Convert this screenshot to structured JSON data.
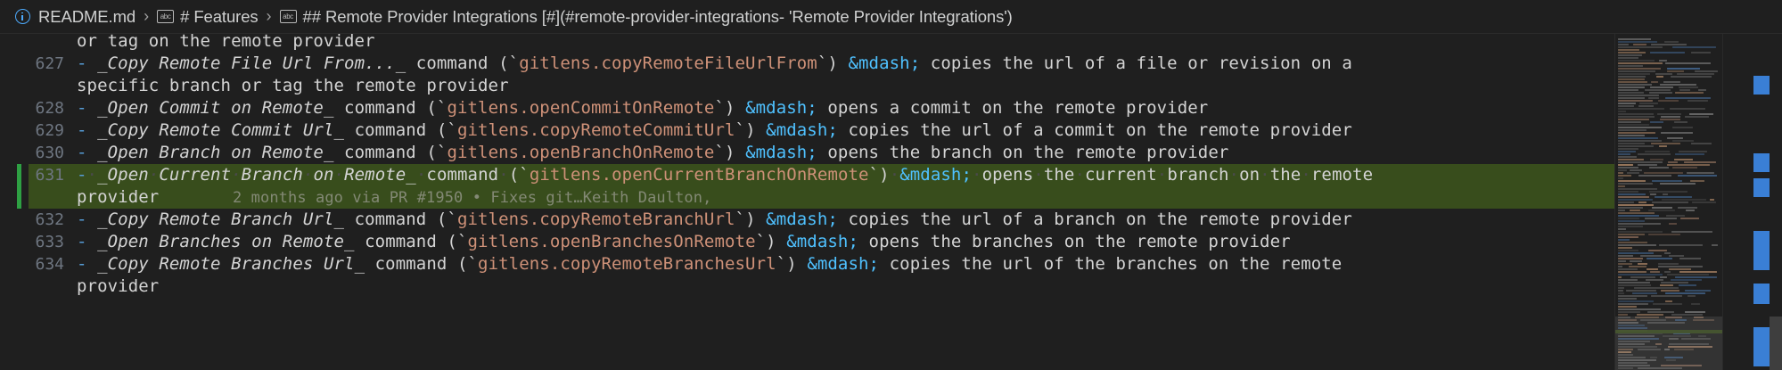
{
  "window": {
    "background": "#1f1f1f",
    "accent_blue": "#4fc1ff",
    "code_orange": "#ce9178",
    "highlight_green": "#384d1c",
    "gutter_change_green": "#2ea043"
  },
  "breadcrumb": {
    "items": [
      {
        "icon": "info-icon",
        "label": "README.md"
      },
      {
        "icon": "symbol-string-icon",
        "label": "# Features"
      },
      {
        "icon": "symbol-string-icon",
        "label": "## Remote Provider Integrations [#](#remote-provider-integrations- 'Remote Provider Integrations')"
      }
    ],
    "separator": "›"
  },
  "editor": {
    "language": "markdown",
    "gutter": {
      "line_numbers": [
        "627",
        "628",
        "629",
        "630",
        "631",
        "632",
        "633",
        "634"
      ],
      "change_marker_line": "631"
    },
    "selected_line": "631",
    "blame_annotation": "2 months ago via PR #1950 • Fixes git…Keith Daulton,",
    "lines": [
      {
        "number": "",
        "wrapped_continuation": true,
        "text": "or tag on the remote provider"
      },
      {
        "number": "627",
        "bullet": "-",
        "emphasis": "_Copy Remote File Url From..._",
        "mid": " command (`",
        "code": "gitlens.copyRemoteFileUrlFrom",
        "after_code": "`) ",
        "entity": "&mdash;",
        "tail": " copies the url of a file or revision on a"
      },
      {
        "number": "",
        "wrapped_continuation": true,
        "text": "specific branch or tag the remote provider"
      },
      {
        "number": "628",
        "bullet": "-",
        "emphasis": "_Open Commit on Remote_",
        "mid": " command (`",
        "code": "gitlens.openCommitOnRemote",
        "after_code": "`) ",
        "entity": "&mdash;",
        "tail": " opens a commit on the remote provider"
      },
      {
        "number": "629",
        "bullet": "-",
        "emphasis": "_Copy Remote Commit Url_",
        "mid": " command (`",
        "code": "gitlens.copyRemoteCommitUrl",
        "after_code": "`) ",
        "entity": "&mdash;",
        "tail": " copies the url of a commit on the remote provider"
      },
      {
        "number": "630",
        "bullet": "-",
        "emphasis": "_Open Branch on Remote_",
        "mid": " command (`",
        "code": "gitlens.openBranchOnRemote",
        "after_code": "`) ",
        "entity": "&mdash;",
        "tail": " opens the branch on the remote provider"
      },
      {
        "number": "631",
        "highlighted": true,
        "bullet": "-",
        "emphasis": "_Open Current Branch on Remote_",
        "mid": " command (`",
        "code": "gitlens.openCurrentBranchOnRemote",
        "after_code": "`) ",
        "entity": "&mdash;",
        "tail": " opens the current branch on the remote"
      },
      {
        "number": "",
        "highlighted": true,
        "wrapped_continuation": true,
        "text": "provider"
      },
      {
        "number": "632",
        "bullet": "-",
        "emphasis": "_Copy Remote Branch Url_",
        "mid": " command (`",
        "code": "gitlens.copyRemoteBranchUrl",
        "after_code": "`) ",
        "entity": "&mdash;",
        "tail": " copies the url of a branch on the remote provider"
      },
      {
        "number": "633",
        "bullet": "-",
        "emphasis": "_Open Branches on Remote_",
        "mid": " command (`",
        "code": "gitlens.openBranchesOnRemote",
        "after_code": "`) ",
        "entity": "&mdash;",
        "tail": " opens the branches on the remote provider"
      },
      {
        "number": "634",
        "bullet": "-",
        "emphasis": "_Copy Remote Branches Url_",
        "mid": " command (`",
        "code": "gitlens.copyRemoteBranchesUrl",
        "after_code": "`) ",
        "entity": "&mdash;",
        "tail": " copies the url of the branches on the remote"
      },
      {
        "number": "",
        "wrapped_continuation": true,
        "text": "provider"
      }
    ]
  },
  "minimap": {
    "visible": true
  },
  "overview_ruler": {
    "match_marker_color": "#3a7fd5",
    "selection_marker_color": "#4a9eff"
  }
}
